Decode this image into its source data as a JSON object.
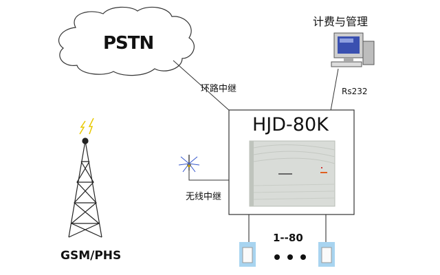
{
  "cloud": {
    "label": "PSTN"
  },
  "pstn_link": {
    "label": "环路中继"
  },
  "billing": {
    "label": "计费与管理"
  },
  "serial_link": {
    "label": "Rs232"
  },
  "pbx": {
    "label": "HJD-80K"
  },
  "wireless_link": {
    "label": "无线中继"
  },
  "tower": {
    "label": "GSM/PHS"
  },
  "extensions": {
    "label": "1--80"
  }
}
